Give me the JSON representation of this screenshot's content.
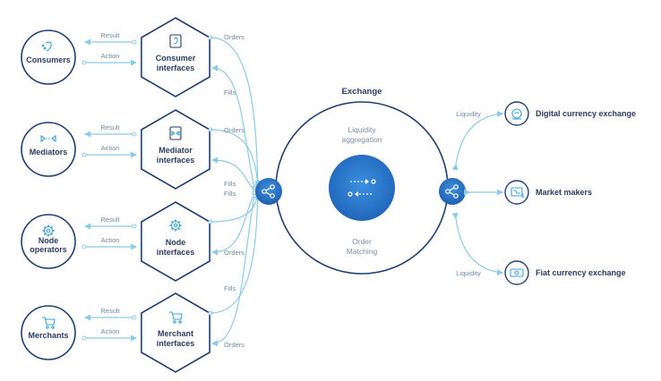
{
  "actors": [
    {
      "label_lines": [
        "Consumers"
      ],
      "icon": "consumer-icon",
      "iface_lines": [
        "Consumer",
        "interfaces"
      ],
      "iface_icon": "consumer-interface-icon",
      "result": "Result",
      "action": "Action"
    },
    {
      "label_lines": [
        "Mediators"
      ],
      "icon": "mediator-icon",
      "iface_lines": [
        "Mediator",
        "interfaces"
      ],
      "iface_icon": "mediator-interface-icon",
      "result": "Result",
      "action": "Action"
    },
    {
      "label_lines": [
        "Node",
        "operators"
      ],
      "icon": "gear-icon",
      "iface_lines": [
        "Node",
        "interfaces"
      ],
      "iface_icon": "gear-interface-icon",
      "result": "Result",
      "action": "Action"
    },
    {
      "label_lines": [
        "Merchants"
      ],
      "icon": "cart-icon",
      "iface_lines": [
        "Merchant",
        "interfaces"
      ],
      "iface_icon": "cart-interface-icon",
      "result": "Result",
      "action": "Action"
    }
  ],
  "flow_labels": {
    "orders": [
      "Orders",
      "Orders",
      "Orders",
      "Orders"
    ],
    "fills": [
      "Fills",
      "Fills",
      "Fills",
      "Fills"
    ]
  },
  "exchange": {
    "title": "Exchange",
    "top_lines": [
      "Liquidity",
      "aggregation"
    ],
    "bottom_lines": [
      "Order",
      "Matching"
    ],
    "core_icon": "exchange-arrows-icon",
    "hub_icon": "share-icon"
  },
  "right_nodes": [
    {
      "label": "Digital currency exchange",
      "icon": "digital-exchange-icon",
      "flow_label": "Liquidity"
    },
    {
      "label": "Market makers",
      "icon": "market-makers-icon",
      "flow_label": ""
    },
    {
      "label": "Fiat currency exchange",
      "icon": "fiat-exchange-icon",
      "flow_label": "Liquidity"
    }
  ],
  "colors": {
    "outline": "#1f3f73",
    "arrow": "#8ccbe6",
    "accent": "#2a7bd1",
    "icon": "#3aa2d8",
    "text": "#2b3b63"
  }
}
